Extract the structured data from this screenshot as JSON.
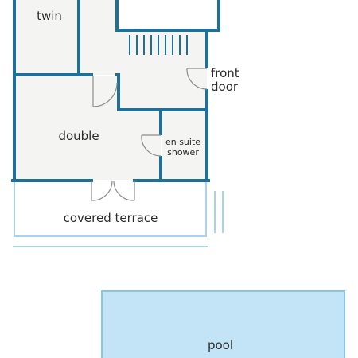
{
  "rooms": {
    "twin": "twin",
    "double": "double",
    "ensuite_line1": "en suite",
    "ensuite_line2": "shower",
    "front_door_line1": "front",
    "front_door_line2": "door",
    "terrace": "covered terrace",
    "pool": "pool"
  },
  "colors": {
    "wall": "#1f6f97",
    "floor": "#f4f4f3",
    "pool_fill": "#c2e4f6",
    "pool_edge": "#88c6e6",
    "terrace_line": "#a9d3ec",
    "door": "#8c8c8c",
    "stairs": "#1f6f97"
  }
}
